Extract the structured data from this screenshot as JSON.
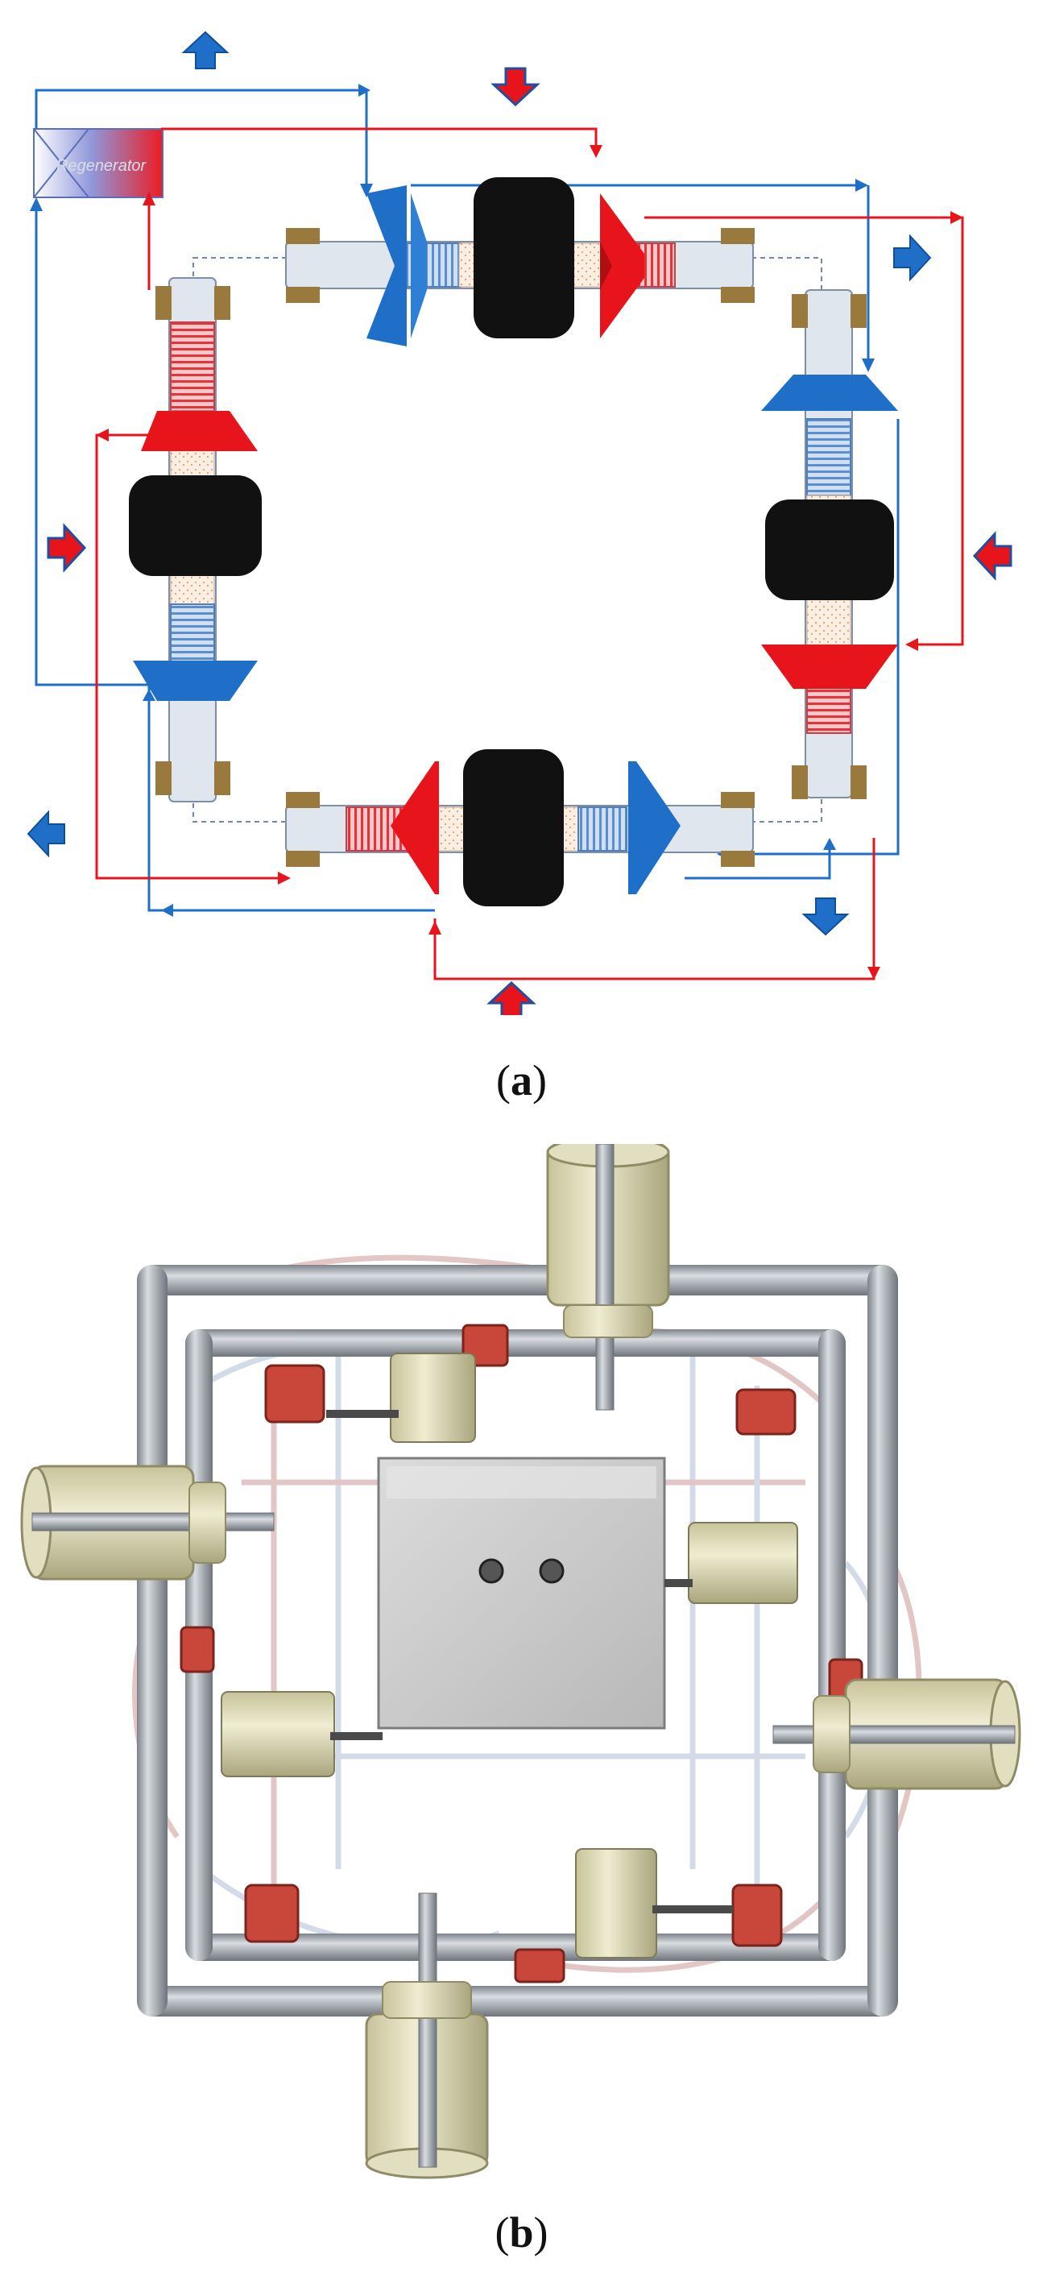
{
  "figure_a": {
    "caption_open": "(",
    "caption_letter": "a",
    "caption_close": ")",
    "regenerator_label": "Regenerator"
  },
  "figure_b": {
    "caption_open": "(",
    "caption_letter": "b",
    "caption_close": ")"
  },
  "colors": {
    "cold": "#1f6fc8",
    "hot": "#e8141b",
    "piston": "#111111",
    "pipe": "#9a9fa6",
    "heat_exchanger": "#c9463a",
    "module": "#c8c39a"
  }
}
